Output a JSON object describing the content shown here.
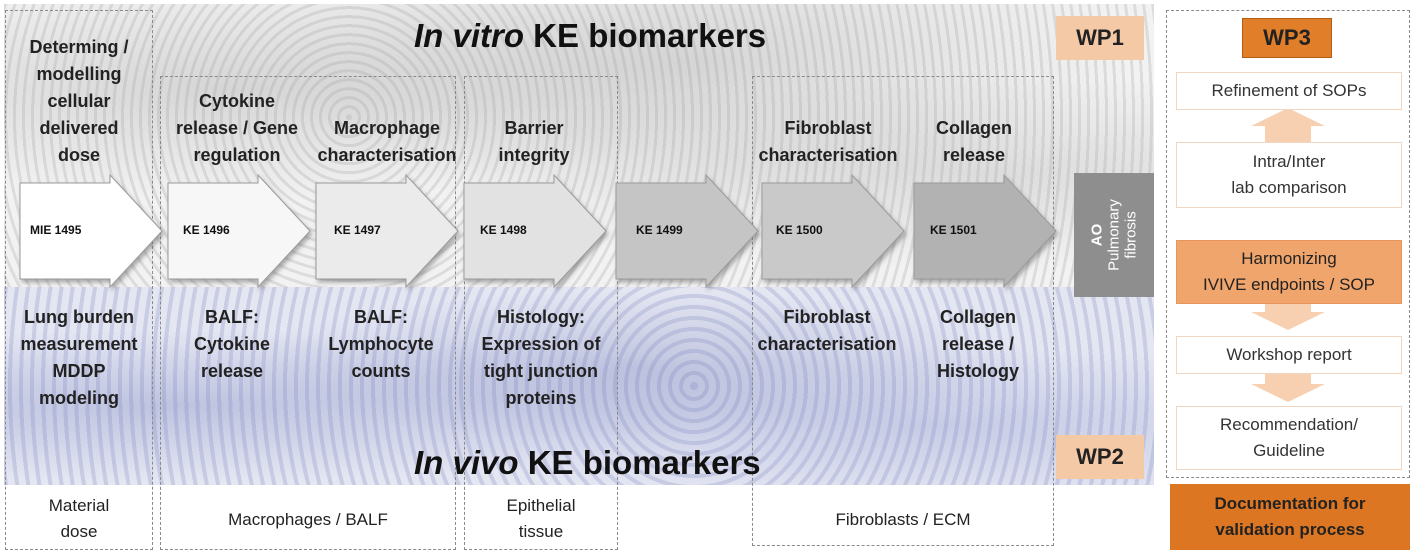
{
  "titles": {
    "in_vitro_italic": "In vitro",
    "in_vitro_rest": " KE biomarkers",
    "in_vivo_italic": "In vivo",
    "in_vivo_rest": " KE biomarkers"
  },
  "wp_labels": {
    "wp1": "WP1",
    "wp2": "WP2",
    "wp3": "WP3"
  },
  "top_labels": [
    [
      "Determing /",
      "modelling",
      "cellular",
      "delivered",
      "dose"
    ],
    [
      "Cytokine",
      "release / Gene",
      "regulation"
    ],
    [
      "Macrophage",
      "characterisation"
    ],
    [
      "Barrier",
      "integrity"
    ],
    [
      "Fibroblast",
      "characterisation"
    ],
    [
      "Collagen",
      "release"
    ]
  ],
  "events": [
    "MIE 1495",
    "KE 1496",
    "KE 1497",
    "KE 1498",
    "KE 1499",
    "KE 1500",
    "KE 1501"
  ],
  "event_colors": [
    "#ffffff",
    "#f7f7f7",
    "#ebebeb",
    "#e2e2e2",
    "#c5c5c5",
    "#c9c9c9",
    "#b2b2b2"
  ],
  "adverse_outcome": {
    "line1": "AO",
    "line2": "Pulmonary",
    "line3": "fibrosis"
  },
  "mid_labels": [
    [
      "Lung burden",
      "measurement",
      "MDDP",
      "modeling"
    ],
    [
      "BALF:",
      "Cytokine",
      "release"
    ],
    [
      "BALF:",
      "Lymphocyte",
      "counts"
    ],
    [
      "Histology:",
      "Expression of",
      "tight junction",
      "proteins"
    ],
    [
      "Fibroblast",
      "characterisation"
    ],
    [
      "Collagen",
      "release /",
      "Histology"
    ]
  ],
  "bottom_groups": [
    [
      "Material",
      "dose"
    ],
    [
      "Macrophages / BALF"
    ],
    [
      "Epithelial",
      "tissue"
    ],
    [
      "Fibroblasts / ECM"
    ]
  ],
  "wp3_steps": [
    [
      "Refinement of SOPs"
    ],
    [
      "Intra/Inter",
      "lab comparison"
    ],
    [
      "Harmonizing",
      "IVIVE endpoints / SOP"
    ],
    [
      "Workshop report"
    ],
    [
      "Recommendation/",
      "Guideline"
    ]
  ],
  "documentation": [
    "Documentation for",
    "validation process"
  ],
  "colors": {
    "wp_light": "#f4c9a6",
    "wp_dark": "#e07e2a",
    "step_highlight": "#f0a56d",
    "doc": "#dd7622"
  }
}
